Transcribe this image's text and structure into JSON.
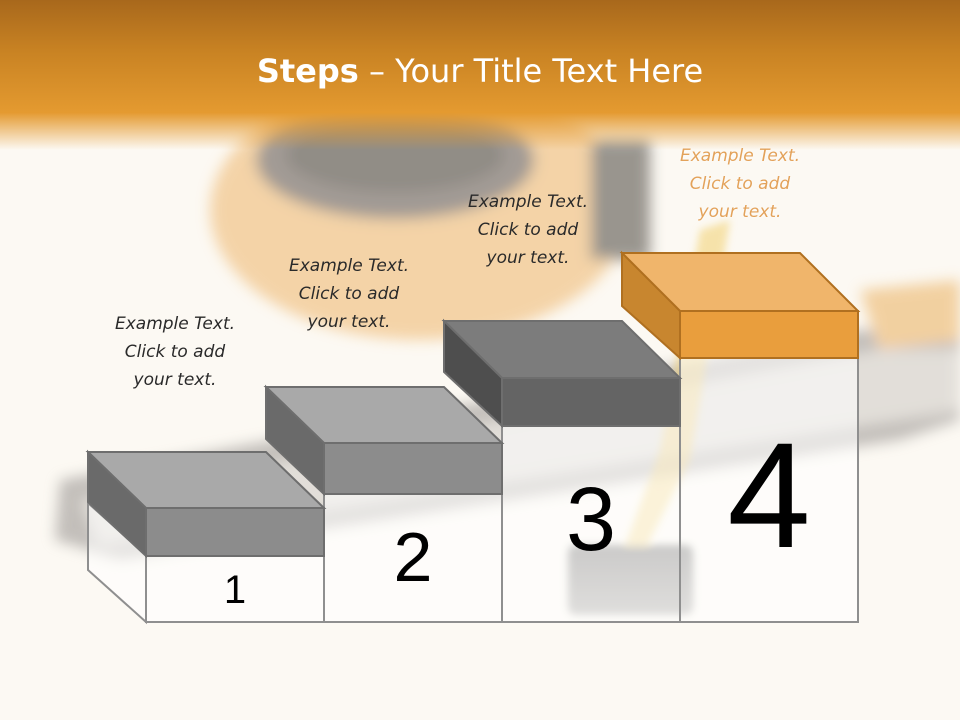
{
  "slide": {
    "title_bold": "Steps",
    "title_rest": " – Your Title Text Here"
  },
  "steps": [
    {
      "number": "1",
      "caption": [
        "Example Text.",
        "Click  to add",
        "your text."
      ]
    },
    {
      "number": "2",
      "caption": [
        "Example Text.",
        "Click  to add",
        "your text."
      ]
    },
    {
      "number": "3",
      "caption": [
        "Example Text.",
        "Click  to add",
        "your text."
      ]
    },
    {
      "number": "4",
      "caption": [
        "Example Text.",
        "Click  to add",
        "your text."
      ]
    }
  ],
  "colors": {
    "accent": "#e49a30",
    "top_block_orange": "#eeb36a",
    "top_block_gray": "#8c8c8c",
    "background": "#fcf9f3"
  }
}
